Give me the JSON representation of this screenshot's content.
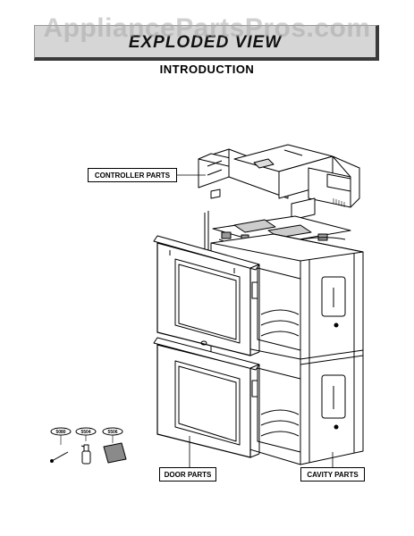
{
  "watermark": "AppliancePartsPros.com",
  "banner": {
    "title": "EXPLODED VIEW"
  },
  "section": {
    "title": "INTRODUCTION"
  },
  "callouts": {
    "controller": "CONTROLLER PARTS",
    "door": "DOOR PARTS",
    "cavity": "CAVITY PARTS"
  },
  "accessories": [
    {
      "code": "5080"
    },
    {
      "code": "5504"
    },
    {
      "code": "5506"
    }
  ]
}
